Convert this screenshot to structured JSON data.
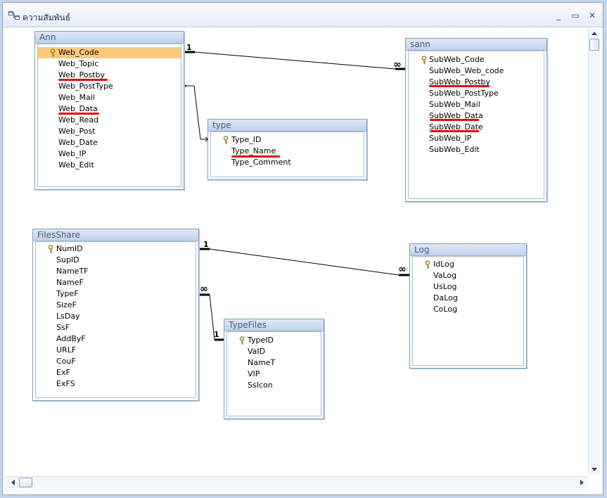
{
  "window": {
    "title": "ความสัมพันธ์",
    "minimize_glyph": "_",
    "restore_glyph": "▭",
    "close_glyph": "✕"
  },
  "icons": {
    "window": "relationships-icon",
    "primary_key": "key-icon"
  },
  "colors": {
    "selected_row": "#fbc97d",
    "underline": "#e01010",
    "table_header": "#bfd1ea"
  },
  "tables": {
    "ann": {
      "name": "Ann",
      "fields": [
        "Web_Code",
        "Web_Topic",
        "Web_Postby",
        "Web_PostType",
        "Web_Mail",
        "Web_Data",
        "Web_Read",
        "Web_Post",
        "Web_Date",
        "Web_IP",
        "Web_Edit"
      ],
      "selected": "Web_Code"
    },
    "sann": {
      "name": "sann",
      "fields": [
        "SubWeb_Code",
        "SubWeb_Web_code",
        "SubWeb_Postby",
        "SubWeb_PostType",
        "SubWeb_Mail",
        "SubWeb_Data",
        "SubWeb_Date",
        "SubWeb_IP",
        "SubWeb_Edit"
      ]
    },
    "type": {
      "name": "type",
      "fields": [
        "Type_ID",
        "Type_Name",
        "Type_Comment"
      ]
    },
    "filesshare": {
      "name": "FilesShare",
      "fields": [
        "NumID",
        "SupID",
        "NameTF",
        "NameF",
        "TypeF",
        "SizeF",
        "LsDay",
        "SsF",
        "AddByF",
        "URLF",
        "CouF",
        "ExF",
        "ExFS"
      ]
    },
    "log": {
      "name": "Log",
      "fields": [
        "IdLog",
        "VaLog",
        "UsLog",
        "DaLog",
        "CoLog"
      ]
    },
    "typefiles": {
      "name": "TypeFiles",
      "fields": [
        "TypeID",
        "VaID",
        "NameT",
        "VIP",
        "SsIcon"
      ]
    }
  },
  "relationships": {
    "ann_sann": {
      "one": "1",
      "many": "∞"
    },
    "ann_type": {
      "one": "",
      "many": ""
    },
    "files_log": {
      "one": "1",
      "many": "∞"
    },
    "files_typefiles": {
      "one": "1",
      "many": "∞"
    }
  }
}
